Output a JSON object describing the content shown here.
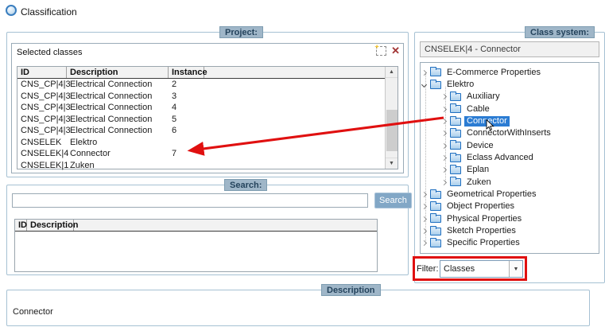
{
  "app": {
    "title": "Classification"
  },
  "colors": {
    "annotation_red": "#e01010",
    "tree_highlight": "#2b7cd3",
    "badge_bg": "#9fb6c8"
  },
  "project": {
    "badge": "Project:",
    "panel_title": "Selected classes",
    "table": {
      "columns": [
        "ID",
        "Description",
        "Instance"
      ],
      "rows": [
        {
          "id": "CNS_CP|4|3",
          "description": "Electrical Connection",
          "instance": "2"
        },
        {
          "id": "CNS_CP|4|3",
          "description": "Electrical Connection",
          "instance": "3"
        },
        {
          "id": "CNS_CP|4|3",
          "description": "Electrical Connection",
          "instance": "4"
        },
        {
          "id": "CNS_CP|4|3",
          "description": "Electrical Connection",
          "instance": "5"
        },
        {
          "id": "CNS_CP|4|3",
          "description": "Electrical Connection",
          "instance": "6"
        },
        {
          "id": "CNSELEK",
          "description": "Elektro",
          "instance": ""
        },
        {
          "id": "CNSELEK|4",
          "description": "Connector",
          "instance": "7"
        },
        {
          "id": "CNSELEK|1",
          "description": "Zuken",
          "instance": ""
        }
      ]
    }
  },
  "search": {
    "badge": "Search:",
    "input_value": "",
    "button_label": "Search",
    "results_table": {
      "columns": [
        "ID",
        "Description"
      ],
      "rows": []
    }
  },
  "class_system": {
    "badge": "Class system:",
    "selected_path": "CNSELEK|4 - Connector",
    "tree": [
      {
        "label": "E-Commerce Properties",
        "level": 1,
        "state": "collapsed",
        "selected": false,
        "cursor": false
      },
      {
        "label": "Elektro",
        "level": 1,
        "state": "expanded",
        "selected": false,
        "cursor": false
      },
      {
        "label": "Auxiliary",
        "level": 2,
        "state": "collapsed",
        "selected": false,
        "cursor": false
      },
      {
        "label": "Cable",
        "level": 2,
        "state": "collapsed",
        "selected": false,
        "cursor": false
      },
      {
        "label": "Connector",
        "level": 2,
        "state": "collapsed",
        "selected": true,
        "cursor": true
      },
      {
        "label": "ConnectorWithInserts",
        "level": 2,
        "state": "collapsed",
        "selected": false,
        "cursor": false
      },
      {
        "label": "Device",
        "level": 2,
        "state": "collapsed",
        "selected": false,
        "cursor": false
      },
      {
        "label": "Eclass Advanced",
        "level": 2,
        "state": "collapsed",
        "selected": false,
        "cursor": false
      },
      {
        "label": "Eplan",
        "level": 2,
        "state": "collapsed",
        "selected": false,
        "cursor": false
      },
      {
        "label": "Zuken",
        "level": 2,
        "state": "collapsed",
        "selected": false,
        "cursor": false
      },
      {
        "label": "Geometrical Properties",
        "level": 1,
        "state": "collapsed",
        "selected": false,
        "cursor": false
      },
      {
        "label": "Object Properties",
        "level": 1,
        "state": "collapsed",
        "selected": false,
        "cursor": false
      },
      {
        "label": "Physical Properties",
        "level": 1,
        "state": "collapsed",
        "selected": false,
        "cursor": false
      },
      {
        "label": "Sketch Properties",
        "level": 1,
        "state": "collapsed",
        "selected": false,
        "cursor": false
      },
      {
        "label": "Specific Properties",
        "level": 1,
        "state": "collapsed",
        "selected": false,
        "cursor": false
      }
    ],
    "filter": {
      "label": "Filter:",
      "value": "Classes"
    }
  },
  "description": {
    "badge": "Description",
    "text": "Connector"
  }
}
